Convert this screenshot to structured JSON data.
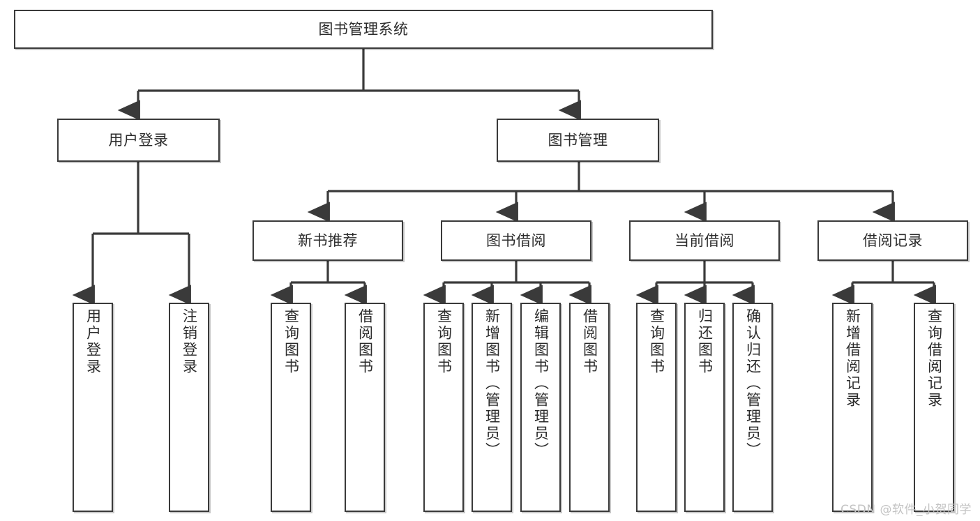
{
  "diagram": {
    "title": "图书管理系统",
    "type": "tree-hierarchy",
    "stroke_color": "#3a3a3a",
    "text_color": "#2b2b2b",
    "background_color": "#ffffff"
  },
  "root": {
    "label": "图书管理系统"
  },
  "level2": [
    {
      "id": "user-login",
      "label": "用户登录"
    },
    {
      "id": "book-management",
      "label": "图书管理"
    }
  ],
  "level3": [
    {
      "id": "new-book-recommend",
      "label": "新书推荐"
    },
    {
      "id": "book-borrow",
      "label": "图书借阅"
    },
    {
      "id": "current-borrow",
      "label": "当前借阅"
    },
    {
      "id": "borrow-record",
      "label": "借阅记录"
    }
  ],
  "leaves": {
    "user_login": [
      {
        "id": "leaf-user-login",
        "label": "用户登录"
      },
      {
        "id": "leaf-logout-login",
        "label": "注销登录"
      }
    ],
    "new_book_recommend": [
      {
        "id": "leaf-query-book-1",
        "label": "查询图书"
      },
      {
        "id": "leaf-borrow-book-1",
        "label": "借阅图书"
      }
    ],
    "book_borrow": [
      {
        "id": "leaf-query-book-2",
        "label": "查询图书"
      },
      {
        "id": "leaf-add-book",
        "label": "新增图书（管理员）"
      },
      {
        "id": "leaf-edit-book",
        "label": "编辑图书（管理员）"
      },
      {
        "id": "leaf-borrow-book-2",
        "label": "借阅图书"
      }
    ],
    "current_borrow": [
      {
        "id": "leaf-query-book-3",
        "label": "查询图书"
      },
      {
        "id": "leaf-return-book",
        "label": "归还图书"
      },
      {
        "id": "leaf-confirm-return",
        "label": "确认归还（管理员）"
      }
    ],
    "borrow_record": [
      {
        "id": "leaf-add-borrow-record",
        "label": "新增借阅记录"
      },
      {
        "id": "leaf-query-borrow-record",
        "label": "查询借阅记录"
      }
    ]
  },
  "watermark": {
    "text": "CSDN @软件_小贺同学"
  }
}
